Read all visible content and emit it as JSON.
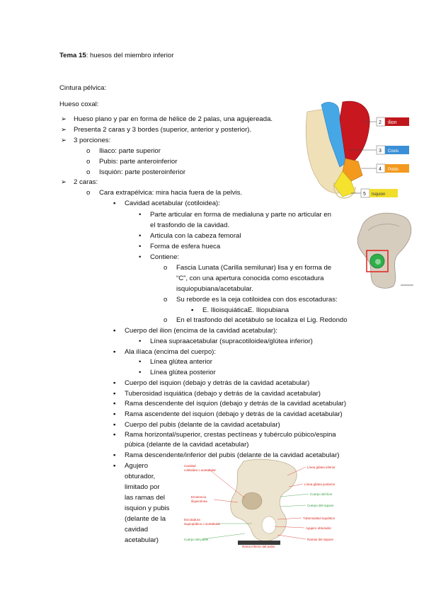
{
  "title": {
    "bold": "Tema 15",
    "rest": ": huesos del miembro inferior"
  },
  "cintura": "Cintura pélvica:",
  "hueso_coxal": "Hueso coxal:",
  "lines": {
    "l1": "Hueso plano y par en forma de hélice de 2 palas, una agujereada.",
    "l2": "Presenta 2 caras y 3 bordes (superior, anterior y posterior).",
    "l3": "3 porciones:",
    "l3a": "Iliaco: parte superior",
    "l3b": "Pubis: parte anteroinferior",
    "l3c": "Isquión: parte posteroinferior",
    "l4": "2 caras:",
    "l5": "Cara extrapélvica: mira hacia fuera de la pelvis.",
    "l6": "Cavidad acetabular (cotiloidea):",
    "l7a": "Parte articular en forma de medialuna y parte no articular en",
    "l7b": "el trasfondo de la cavidad.",
    "l8": "Articula con la cabeza femoral",
    "l9": "Forma de esfera hueca",
    "l10": "Contiene:",
    "l11a": "Fascia Lunata (Carilla semilunar) lisa y en forma de",
    "l11b": "“C”, con una apertura conocida como escotadura",
    "l11c": "isquiopubiana/acetabular.",
    "l12": "Su reborde es la ceja cotiloidea con dos escotaduras:",
    "l13": "E. IlioisquiáticaE. Iliopubiana",
    "l14": "En el trasfondo del acetábulo se localiza el Lig. Redondo",
    "l15": "Cuerpo del ilion (encima de la cavidad acetabular):",
    "l16": "Línea supraacetabular (supracotiloidea/glútea inferior)",
    "l17": "Ala ilíaca (encima del cuerpo):",
    "l18": "Línea glútea anterior",
    "l19": "Línea glútea posterior",
    "l20": "Cuerpo del isquion (debajo y detrás de la cavidad acetabular)",
    "l21": "Tuberosidad isquiática (debajo y detrás de la cavidad acetabular)",
    "l22": "Rama descendente del isquion (debajo y detrás de la cavidad acetabular)",
    "l23": "Rama ascendente del isquion (debajo y detrás de la cavidad acetabular)",
    "l24": "Cuerpo del pubis (delante de la cavidad acetabular)",
    "l25a": "Rama horizontal/superior, crestas pectíneas y tubérculo púbico/espina",
    "l25b": "púbica (delante de la cavidad acetabular)",
    "l26": "Rama descendente/inferior del pubis (delante de la cavidad acetabular)",
    "l27a": "Agujero",
    "l27b": "obturador,",
    "l27c": "limitado por",
    "l27d": "las ramas del",
    "l27e": "isquion y pubis",
    "l27f": "(delante de la",
    "l27g": "cavidad",
    "l27h": "acetabular)"
  },
  "figure1": {
    "labels": [
      {
        "num": "2",
        "text": "ilion",
        "color": "#c0161b"
      },
      {
        "num": "3",
        "text": "Coxis",
        "color": "#3a8fd6"
      },
      {
        "num": "4",
        "text": "Pubis",
        "color": "#f39a1e"
      },
      {
        "num": "5",
        "text": "Isquion",
        "color": "#f1de2c"
      }
    ]
  },
  "figure3": {
    "left_labels": [
      "Cavidad",
      "cotiloidea o acetabular",
      "Eminencia",
      "iliopectínea",
      "Escotadura",
      "isquiopúbica o acetabular",
      "Cuerpo del pubis"
    ],
    "right_labels": [
      "Línea glútea inferior",
      "Línea glútea posterior",
      "Cuerpo del ilion",
      "Cuerpo del isquion",
      "Tuberosidad isquiática",
      "Agujero obturador",
      "Ramas del isquion"
    ],
    "bottom_label": "Rama inferior del pubis"
  }
}
